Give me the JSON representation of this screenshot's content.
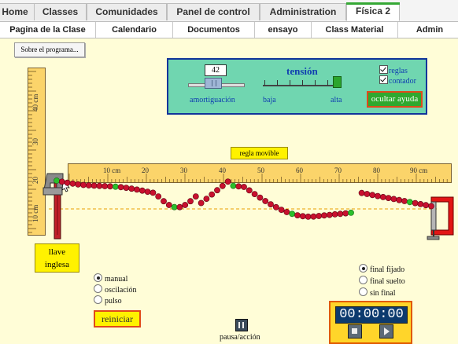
{
  "top_tabs": [
    "Home",
    "Classes",
    "Comunidades",
    "Panel de control",
    "Administration",
    "Física 2"
  ],
  "active_tab": "Física 2",
  "sub_tabs": [
    "Pagina de la Clase",
    "Calendario",
    "Documentos",
    "ensayo",
    "Class Material",
    "Admin"
  ],
  "sim": {
    "about_button": "Sobre el programa...",
    "panel": {
      "damping_value": "42",
      "damping_label": "amortiguación",
      "damping_level": 0.42,
      "tension_title": "tensión",
      "tension_low": "baja",
      "tension_high": "alta",
      "tension_level": 1.0,
      "checkbox_rulers": "reglas",
      "checkbox_counter": "contador",
      "hide_help": "ocultar ayuda"
    },
    "vertical_ruler_labels": [
      "40 cm",
      "30",
      "20",
      "10 cm"
    ],
    "horizontal_ruler_labels": [
      "10 cm",
      "20",
      "30",
      "40",
      "50",
      "60",
      "70",
      "80",
      "90 cm"
    ],
    "movable_ruler_label": "regla movible",
    "clamp_label_1": "llave",
    "clamp_label_2": "inglesa",
    "mode_options": [
      {
        "label": "manual",
        "selected": true
      },
      {
        "label": "oscilación",
        "selected": false
      },
      {
        "label": "pulso",
        "selected": false
      }
    ],
    "end_options": [
      {
        "label": "final fijado",
        "selected": true
      },
      {
        "label": "final suelto",
        "selected": false
      },
      {
        "label": "sin final",
        "selected": false
      }
    ],
    "restart_button": "reiniciar",
    "timer_value": "00:00:00",
    "pause_label": "pausa/acción",
    "colors": {
      "bead": "#c8102e",
      "bead_highlight": "#2bbf2b",
      "wrench": "#c2202a",
      "clamp": "#e21515",
      "ruler": "#fbd46a"
    }
  }
}
